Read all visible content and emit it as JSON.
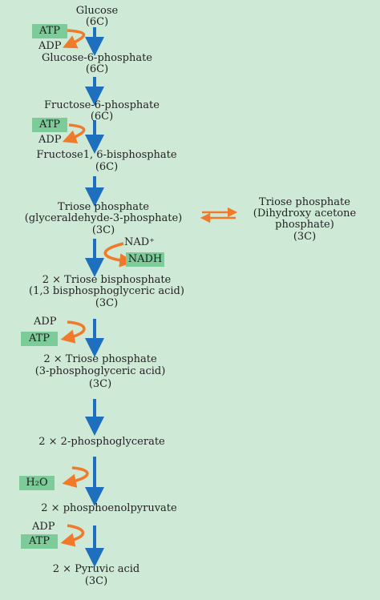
{
  "colors": {
    "background": "#cfe9d7",
    "main_arrow": "#1f6fbf",
    "side_arrow": "#f07a2a",
    "cofactor_box": "#7ccb98"
  },
  "metabolites": {
    "glucose": "Glucose",
    "glucose_c": "(6C)",
    "g6p": "Glucose-6-phosphate",
    "g6p_c": "(6C)",
    "f6p": "Fructose-6-phosphate",
    "f6p_c": "(6C)",
    "f16bp": "Fructose1, 6-bisphosphate",
    "f16bp_c": "(6C)",
    "triose_p": "Triose phosphate",
    "triose_p_sub": "(glyceraldehyde-3-phosphate)",
    "triose_p_c": "(3C)",
    "triose_p_right": "Triose phosphate",
    "triose_p_right_sub1": "(Dihydroxy acetone",
    "triose_p_right_sub2": "phosphate)",
    "triose_p_right_c": "(3C)",
    "triose_bp": "2 × Triose bisphosphate",
    "triose_bp_sub": "(1,3 bisphosphoglyceric acid)",
    "triose_bp_c": "(3C)",
    "triose_p2": "2 × Triose phosphate",
    "triose_p2_sub": "(3-phosphoglyceric acid)",
    "triose_p2_c": "(3C)",
    "pg2": "2 × 2-phosphoglycerate",
    "pep": "2 × phosphoenolpyruvate",
    "pyruvic": "2 × Pyruvic acid",
    "pyruvic_c": "(3C)"
  },
  "cofactors": {
    "atp_1": "ATP",
    "adp_1": "ADP",
    "atp_2": "ATP",
    "adp_2": "ADP",
    "nad": "NAD⁺",
    "nadh": "NADH",
    "adp_3": "ADP",
    "atp_3": "ATP",
    "h2o": "H₂O",
    "adp_4": "ADP",
    "atp_4": "ATP"
  }
}
